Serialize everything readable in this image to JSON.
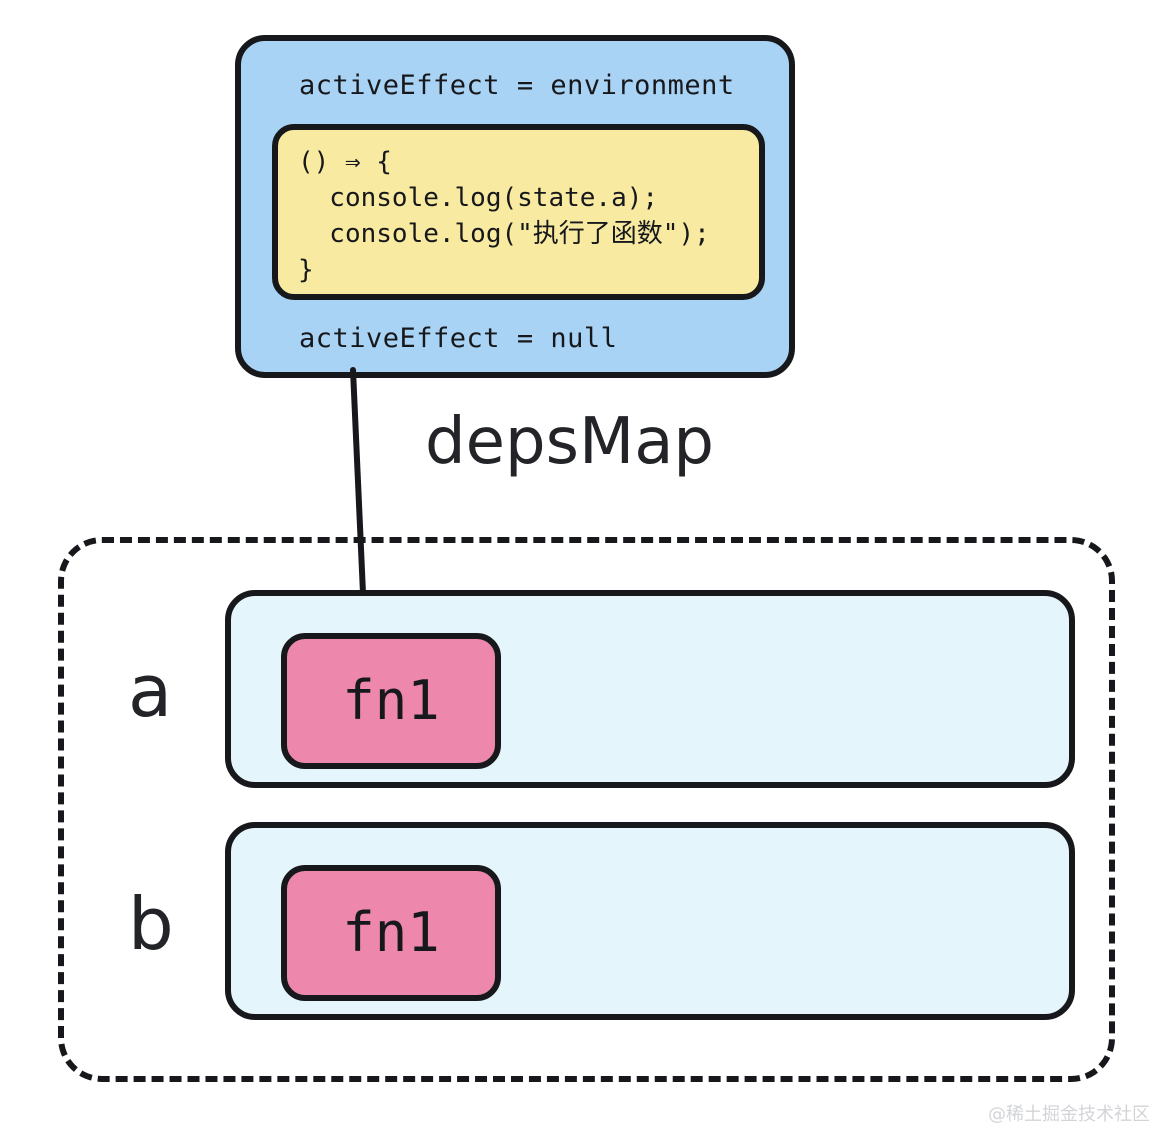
{
  "diagram": {
    "title_label": "depsMap",
    "watermark": "@稀土掘金技术社区"
  },
  "effect_card": {
    "top_line": "activeEffect = environment",
    "bottom_line": "activeEffect = null",
    "code_lines": [
      "() ⇒ {",
      "  console.log(state.a);",
      "  console.log(\"执行了函数\");",
      "}"
    ]
  },
  "deps_map": {
    "rows": [
      {
        "key": "a",
        "deps": [
          {
            "label": "fn1"
          }
        ]
      },
      {
        "key": "b",
        "deps": [
          {
            "label": "fn1"
          }
        ]
      }
    ]
  },
  "colors": {
    "env_card_fill": "#a9d3f5",
    "code_card_fill": "#f8eaa0",
    "dep_set_fill": "#e4f6fb",
    "fn_chip_fill": "#ed87ac",
    "stroke": "#17181b",
    "watermark": "#d2d4d8"
  }
}
